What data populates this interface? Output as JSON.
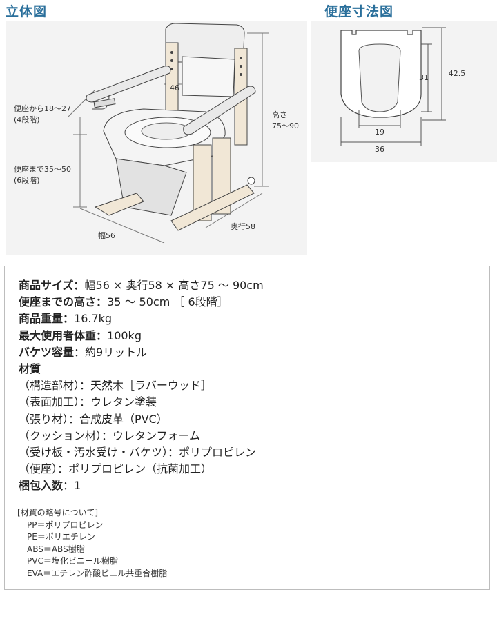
{
  "headings": {
    "perspective": "立体図",
    "seat_dimensions": "便座寸法図"
  },
  "perspective_labels": {
    "seat_span": "46",
    "armrest_line1": "便座から18～27",
    "armrest_line2": "(4段階)",
    "seat_height_line1": "便座まで35～50",
    "seat_height_line2": "(6段階)",
    "height_line1": "高さ",
    "height_line2": "75～90",
    "width": "幅56",
    "depth": "奥行58"
  },
  "seat_labels": {
    "inner_length": "31",
    "outer_length": "42.5",
    "inner_width": "19",
    "outer_width": "36"
  },
  "specs": [
    {
      "label": "商品サイズ：",
      "value": "幅56 × 奥行58 × 高さ75 ～ 90cm"
    },
    {
      "label": "便座までの高さ：",
      "value": "35 ～ 50cm ［ 6段階］"
    },
    {
      "label": "商品重量：",
      "value": "16.7kg"
    },
    {
      "label": "最大使用者体重：",
      "value": "100kg"
    },
    {
      "label": "バケツ容量",
      "value": "：約9リットル"
    }
  ],
  "materials_title": "材質",
  "materials": [
    "（構造部材）：天然木［ラバーウッド］",
    "（表面加工）：ウレタン塗装",
    "（張り材）：合成皮革（PVC）",
    "（クッション材）：ウレタンフォーム",
    "（受け板・汚水受け・バケツ）：ポリプロピレン",
    "（便座）：ポリプロピレン（抗菌加工）"
  ],
  "packing": {
    "label": "梱包入数",
    "value": "：1"
  },
  "notes": {
    "title": "[材質の略号について]",
    "items": [
      "PP＝ポリプロピレン",
      "PE＝ポリエチレン",
      "ABS＝ABS樹脂",
      "PVC＝塩化ビニール樹脂",
      "EVA＝エチレン酢酸ビニル共重合樹脂"
    ]
  }
}
